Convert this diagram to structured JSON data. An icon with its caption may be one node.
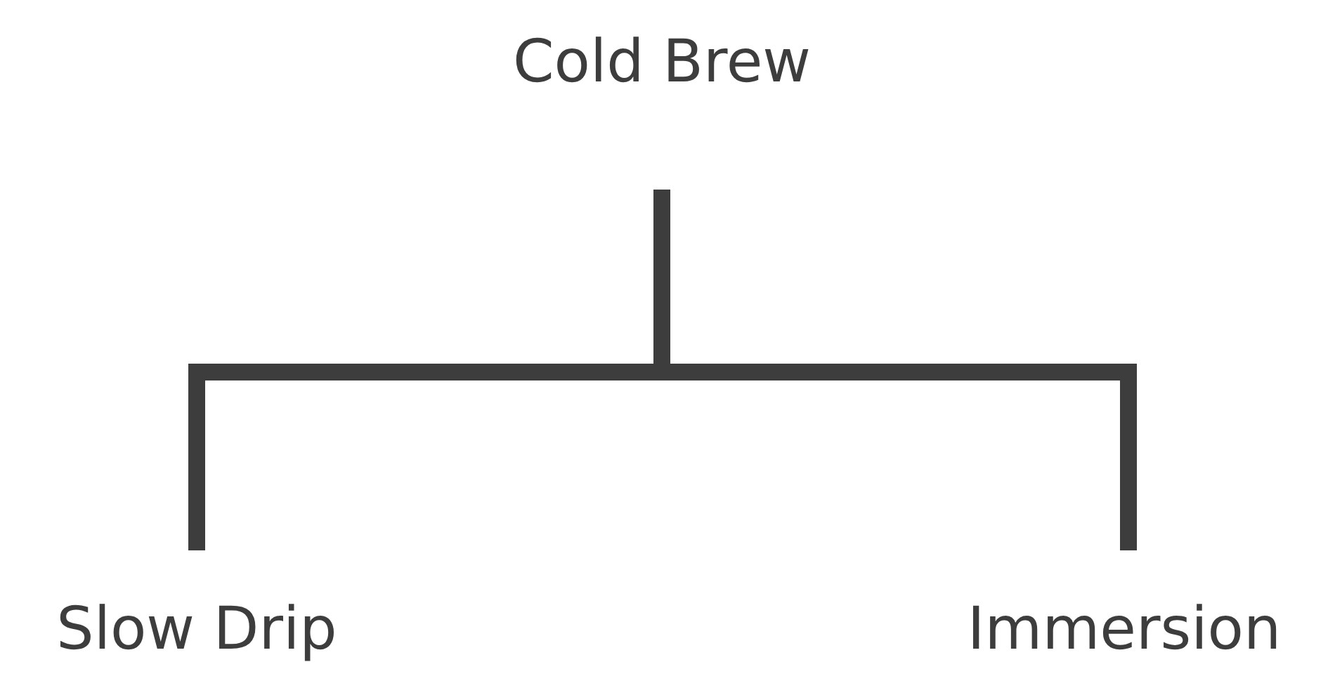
{
  "diagram": {
    "nodes": [
      {
        "text": [
          "Cold Brew"
        ]
      },
      {
        "text": [
          "Slow Drip"
        ]
      },
      {
        "text": [
          "Immersion"
        ]
      }
    ],
    "edges": [
      {
        "from": 0,
        "to": 1,
        "arrow": "none"
      },
      {
        "from": 0,
        "to": 2,
        "arrow": "none"
      }
    ]
  }
}
